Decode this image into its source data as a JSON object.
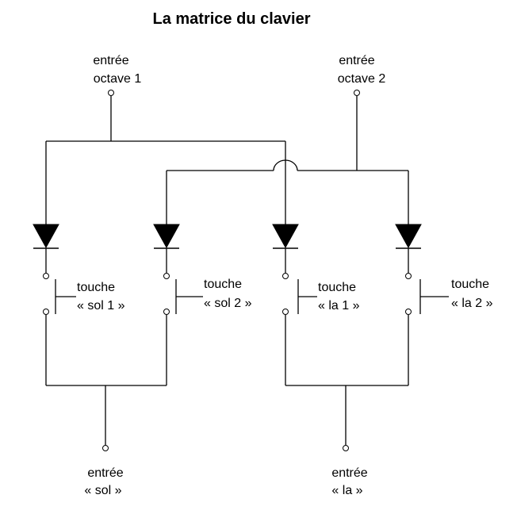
{
  "title": "La matrice du clavier",
  "inputs": {
    "octave1": {
      "line1": "entrée",
      "line2": "octave 1"
    },
    "octave2": {
      "line1": "entrée",
      "line2": "octave 2"
    },
    "sol": {
      "line1": "entrée",
      "line2": "« sol »"
    },
    "la": {
      "line1": "entrée",
      "line2": "« la »"
    }
  },
  "keys": [
    {
      "line1": "touche",
      "line2": "« sol 1 »"
    },
    {
      "line1": "touche",
      "line2": "« sol 2 »"
    },
    {
      "line1": "touche",
      "line2": "« la 1 »"
    },
    {
      "line1": "touche",
      "line2": "« la 2 »"
    }
  ]
}
